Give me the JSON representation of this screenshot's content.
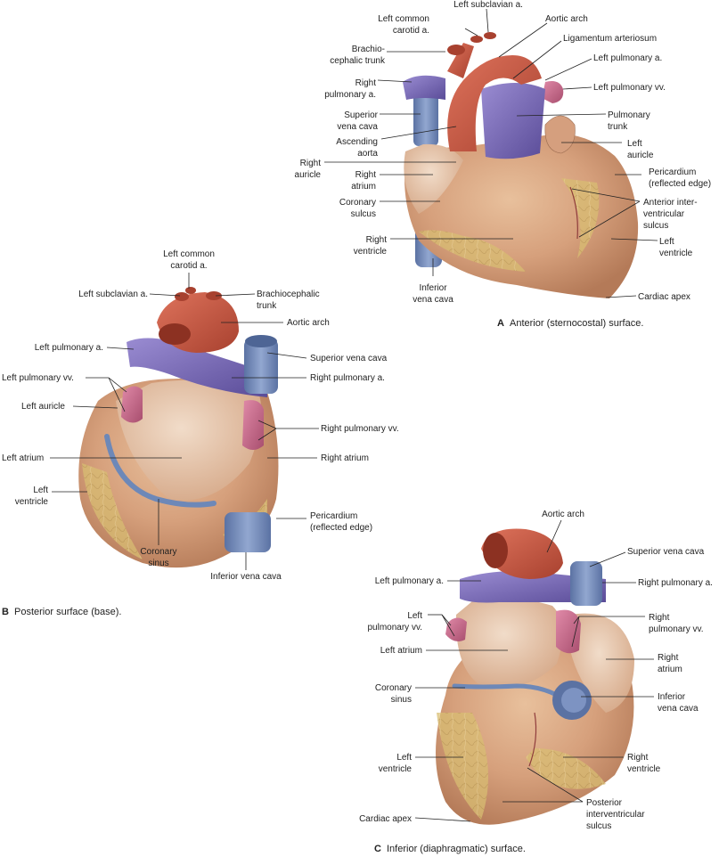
{
  "colors": {
    "aorta": "#c9553f",
    "aorta_dark": "#9c3b2b",
    "pulmonary_artery": "#7a6bb8",
    "pulmonary_artery_dark": "#55498f",
    "vena_cava": "#6f86b5",
    "vena_cava_dark": "#4e6595",
    "pulmonary_vein": "#c76a8a",
    "myocardium": "#d9a582",
    "myocardium_dark": "#b97e5e",
    "fat": "#d9c27a",
    "atrium": "#e7c3a8",
    "coronary_vessel": "#7f99c4"
  },
  "figure_a": {
    "caption_letter": "A",
    "caption": "Anterior (sternocostal) surface.",
    "labels": {
      "left_subclavian": "Left subclavian a.",
      "aortic_arch": "Aortic arch",
      "left_common_carotid_1": "Left common",
      "left_common_carotid_2": "carotid a.",
      "ligamentum_arteriosum": "Ligamentum arteriosum",
      "brachiocephalic_1": "Brachio-",
      "brachiocephalic_2": "cephalic trunk",
      "left_pulmonary_a": "Left pulmonary a.",
      "right_pulmonary_a_1": "Right",
      "right_pulmonary_a_2": "pulmonary a.",
      "left_pulmonary_vv": "Left pulmonary vv.",
      "superior_vena_cava_1": "Superior",
      "superior_vena_cava_2": "vena cava",
      "pulmonary_trunk_1": "Pulmonary",
      "pulmonary_trunk_2": "trunk",
      "ascending_aorta_1": "Ascending",
      "ascending_aorta_2": "aorta",
      "left_auricle_1": "Left",
      "left_auricle_2": "auricle",
      "right_auricle_1": "Right",
      "right_auricle_2": "auricle",
      "right_atrium_1": "Right",
      "right_atrium_2": "atrium",
      "pericardium_1": "Pericardium",
      "pericardium_2": "(reflected edge)",
      "coronary_sulcus_1": "Coronary",
      "coronary_sulcus_2": "sulcus",
      "anterior_iv_sulcus_1": "Anterior inter-",
      "anterior_iv_sulcus_2": "ventricular",
      "anterior_iv_sulcus_3": "sulcus",
      "right_ventricle_1": "Right",
      "right_ventricle_2": "ventricle",
      "left_ventricle_1": "Left",
      "left_ventricle_2": "ventricle",
      "inferior_vena_cava_1": "Inferior",
      "inferior_vena_cava_2": "vena cava",
      "cardiac_apex": "Cardiac apex"
    }
  },
  "figure_b": {
    "caption_letter": "B",
    "caption": "Posterior surface (base).",
    "labels": {
      "left_common_carotid_1": "Left common",
      "left_common_carotid_2": "carotid a.",
      "left_subclavian": "Left subclavian a.",
      "brachiocephalic_1": "Brachiocephalic",
      "brachiocephalic_2": "trunk",
      "aortic_arch": "Aortic arch",
      "left_pulmonary_a": "Left pulmonary a.",
      "superior_vena_cava": "Superior vena cava",
      "left_pulmonary_vv": "Left pulmonary vv.",
      "right_pulmonary_a": "Right pulmonary a.",
      "left_auricle": "Left auricle",
      "right_pulmonary_vv": "Right pulmonary vv.",
      "left_atrium": "Left atrium",
      "right_atrium": "Right atrium",
      "left_ventricle_1": "Left",
      "left_ventricle_2": "ventricle",
      "pericardium_1": "Pericardium",
      "pericardium_2": "(reflected edge)",
      "coronary_sinus_1": "Coronary",
      "coronary_sinus_2": "sinus",
      "inferior_vena_cava": "Inferior vena cava"
    }
  },
  "figure_c": {
    "caption_letter": "C",
    "caption": "Inferior (diaphragmatic) surface.",
    "labels": {
      "aortic_arch": "Aortic arch",
      "superior_vena_cava": "Superior vena cava",
      "left_pulmonary_a": "Left pulmonary a.",
      "right_pulmonary_a": "Right pulmonary a.",
      "left_pulmonary_vv_1": "Left",
      "left_pulmonary_vv_2": "pulmonary vv.",
      "right_pulmonary_vv_1": "Right",
      "right_pulmonary_vv_2": "pulmonary vv.",
      "left_atrium": "Left atrium",
      "right_atrium_1": "Right",
      "right_atrium_2": "atrium",
      "coronary_sinus_1": "Coronary",
      "coronary_sinus_2": "sinus",
      "inferior_vena_cava_1": "Inferior",
      "inferior_vena_cava_2": "vena cava",
      "left_ventricle_1": "Left",
      "left_ventricle_2": "ventricle",
      "right_ventricle_1": "Right",
      "right_ventricle_2": "ventricle",
      "posterior_iv_sulcus_1": "Posterior",
      "posterior_iv_sulcus_2": "interventricular",
      "posterior_iv_sulcus_3": "sulcus",
      "cardiac_apex": "Cardiac apex"
    }
  }
}
